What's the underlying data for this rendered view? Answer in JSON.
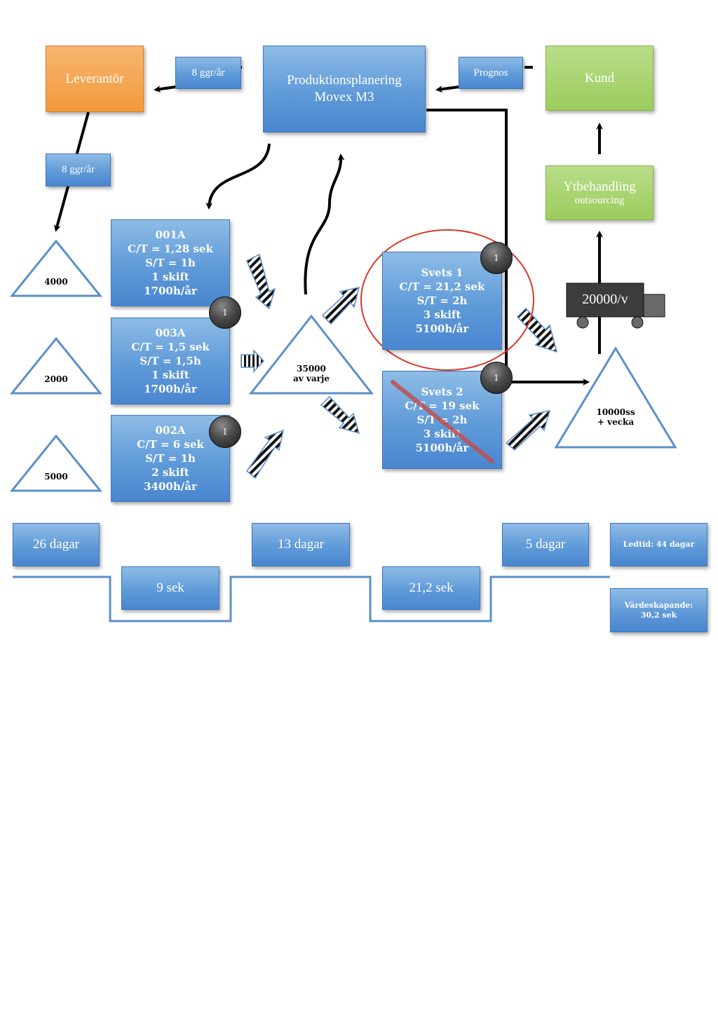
{
  "supplier": "Leverantör",
  "planning": [
    "Produktionsplanering",
    "Movex M3"
  ],
  "customer": "Kund",
  "frequency_top": "8 ggr/år",
  "forecast": "Prognos",
  "frequency_left": "8 ggr/år",
  "surface_treatment": [
    "Ytbehandling",
    "outsourcing"
  ],
  "truck": "20000/v",
  "inventories": {
    "raw1": "4000",
    "raw2": "2000",
    "raw3": "5000",
    "middle": [
      "35000",
      "av varje"
    ],
    "final": [
      "10000ss",
      "+ vecka"
    ]
  },
  "processes": [
    {
      "lines": [
        "001A",
        "C/T = 1,28 sek",
        "S/T = 1h",
        "1 skift",
        "1700h/år"
      ]
    },
    {
      "lines": [
        "003A",
        "C/T = 1,5 sek",
        "S/T = 1,5h",
        "1 skift",
        "1700h/år"
      ]
    },
    {
      "lines": [
        "002A",
        "C/T = 6 sek",
        "S/T = 1h",
        "2 skift",
        "3400h/år"
      ]
    },
    {
      "lines": [
        "Svets 1",
        "C/T = 21,2 sek",
        "S/T = 2h",
        "3 skift",
        "5100h/år"
      ]
    },
    {
      "lines": [
        "Svets 2",
        "C/T = 19 sek",
        "S/T = 2h",
        "3 skift",
        "5100h/år"
      ]
    }
  ],
  "operators": [
    "1",
    "1",
    "1",
    "1"
  ],
  "timeline": {
    "days": [
      "26 dagar",
      "13 dagar",
      "5 dagar"
    ],
    "secs": [
      "9 sek",
      "21,2 sek"
    ],
    "lead_time": "Ledtid: 44 dagar",
    "value_added": [
      "Värdeskapande:",
      "30,2 sek"
    ]
  },
  "colors": {
    "process_blue": "#5f9ad8",
    "supplier_orange": "#f39a3c",
    "customer_green": "#9ccc5c",
    "highlight_red": "#d83a2e"
  }
}
